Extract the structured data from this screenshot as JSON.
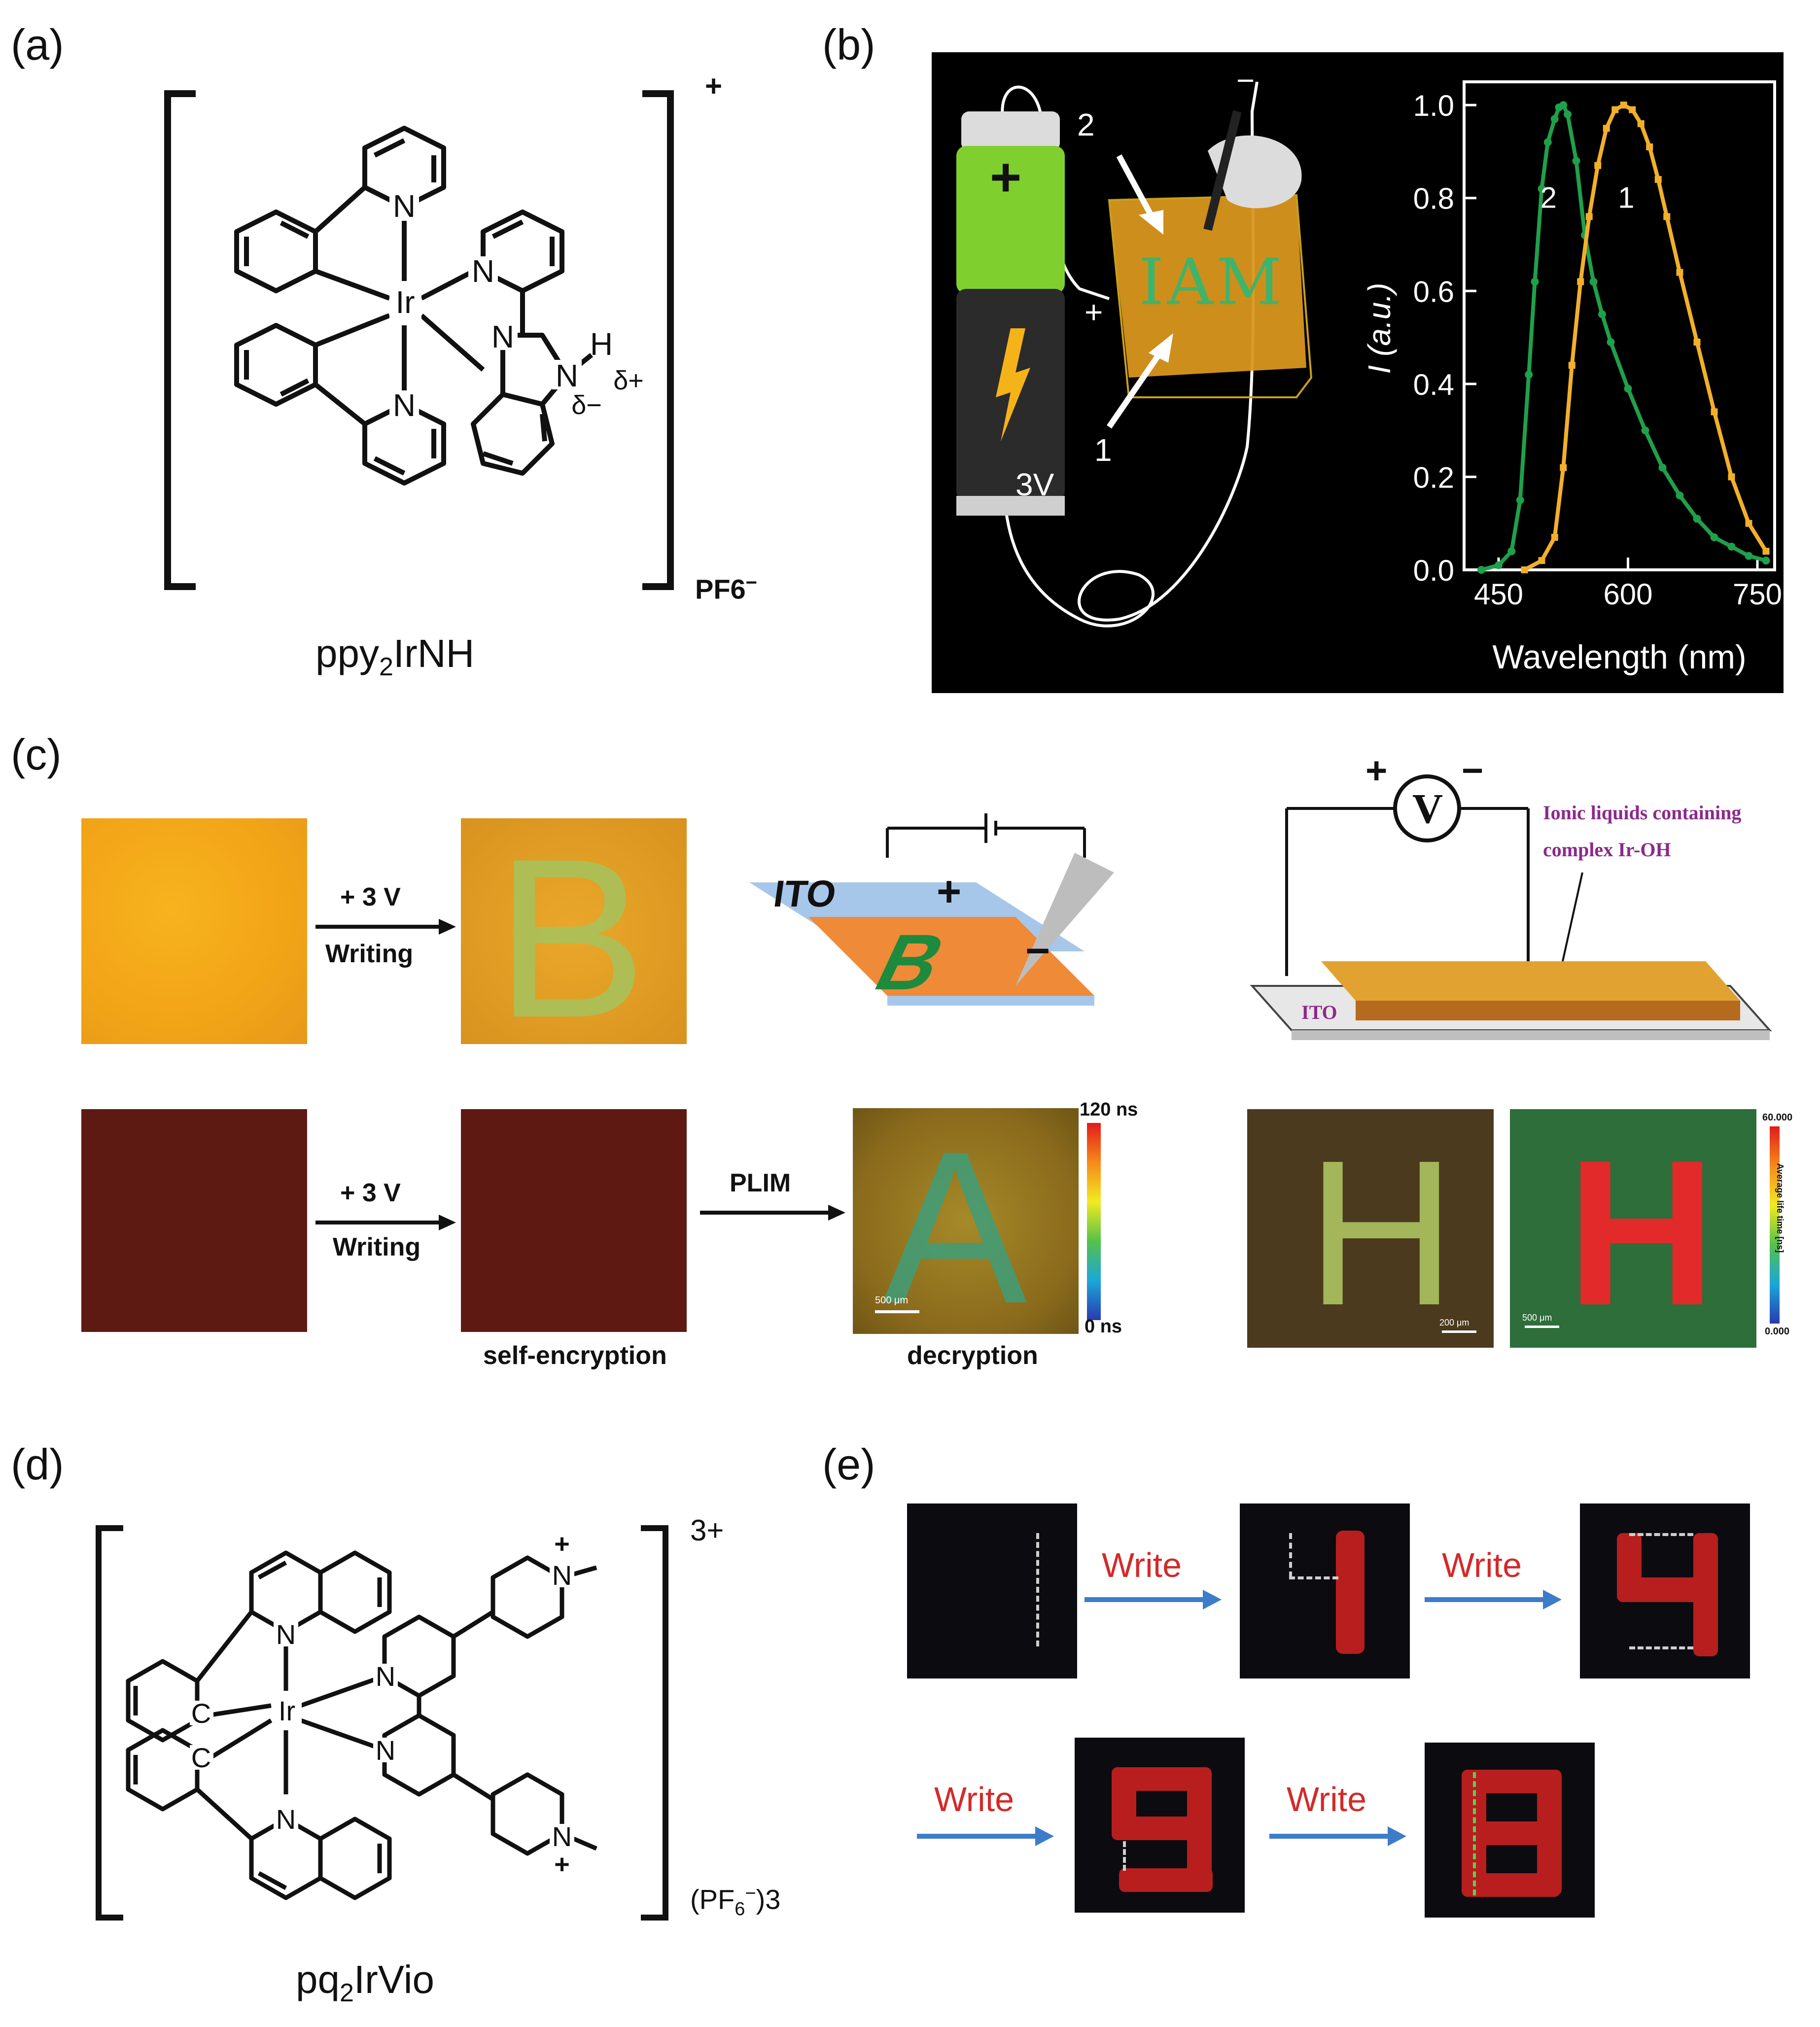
{
  "panels": {
    "a": {
      "label": "(a)",
      "charge": "+",
      "counterion": "PF6",
      "counterion_charge": "−",
      "compound_name_pre": "ppy",
      "compound_name_sub": "2",
      "compound_name_post": "IrNH",
      "atoms": {
        "N": "N",
        "Ir": "Ir",
        "H": "H",
        "delta_plus": "δ+",
        "delta_minus": "δ−"
      }
    },
    "b": {
      "label": "(b)",
      "battery_plus": "+",
      "battery_voltage": "3V",
      "wire_plus": "+",
      "wire_minus": "−",
      "arrow_label_2": "2",
      "arrow_label_1": "1",
      "writing_text": "IAM"
    },
    "c": {
      "label": "(c)",
      "arrow1_top": "+ 3 V",
      "arrow1_bottom": "Writing",
      "arrow2_top": "+ 3 V",
      "arrow2_bottom": "Writing",
      "arrow3_top": "PLIM",
      "caption_self": "self-encryption",
      "caption_decrypt": "decryption",
      "ito_label": "ITO",
      "ito_plus": "+",
      "tip_minus": "−",
      "letter_B": "B",
      "letter_A": "A",
      "letter_H": "H",
      "colorbar_top": "120 ns",
      "colorbar_bottom": "0 ns",
      "scale_500": "500 μm",
      "scale_200": "200 μm",
      "circuit_plus": "+",
      "circuit_minus": "−",
      "circuit_V": "V",
      "ionic_line1": "Ionic liquids containing",
      "ionic_line2": "complex Ir-OH",
      "ito_label2": "ITO",
      "cb2_top": "60.000",
      "cb2_bottom": "0.000",
      "cb2_title": "Average life time [ns]"
    },
    "d": {
      "label": "(d)",
      "charge": "3+",
      "counter_pre": "(PF",
      "counter_sub": "6",
      "counter_sup": "−",
      "counter_post": ")3",
      "compound_name_pre": "pq",
      "compound_name_sub": "2",
      "compound_name_post": "IrVio",
      "atoms": {
        "N": "N",
        "Ir": "Ir",
        "C": "C",
        "plus": "+"
      }
    },
    "e": {
      "label": "(e)",
      "write": "Write"
    }
  },
  "chart_data": {
    "type": "line",
    "title": "",
    "xlabel": "Wavelength (nm)",
    "ylabel": "I (a.u.)",
    "xlim": [
      410,
      770
    ],
    "ylim": [
      0,
      1.05
    ],
    "xticks": [
      450,
      600,
      750
    ],
    "yticks": [
      0.0,
      0.2,
      0.4,
      0.6,
      0.8,
      1.0
    ],
    "ytick_labels": [
      "0.0",
      "0.2",
      "0.4",
      "0.6",
      "0.8",
      "1.0"
    ],
    "grid": false,
    "series": [
      {
        "name": "2",
        "color": "#1fa04a",
        "marker": "circle",
        "x": [
          430,
          450,
          465,
          475,
          485,
          492,
          500,
          507,
          515,
          520,
          525,
          530,
          540,
          550,
          560,
          570,
          580,
          600,
          620,
          640,
          660,
          680,
          700,
          720,
          740,
          760
        ],
        "y": [
          0.0,
          0.01,
          0.04,
          0.15,
          0.42,
          0.62,
          0.82,
          0.92,
          0.97,
          0.995,
          1.0,
          0.98,
          0.88,
          0.72,
          0.62,
          0.55,
          0.49,
          0.39,
          0.3,
          0.22,
          0.16,
          0.11,
          0.07,
          0.05,
          0.03,
          0.02
        ]
      },
      {
        "name": "1",
        "color": "#f2b02a",
        "marker": "square",
        "x": [
          480,
          500,
          515,
          525,
          535,
          545,
          555,
          565,
          575,
          585,
          595,
          605,
          615,
          625,
          635,
          645,
          660,
          680,
          700,
          720,
          740,
          760
        ],
        "y": [
          0.0,
          0.02,
          0.07,
          0.22,
          0.44,
          0.62,
          0.76,
          0.87,
          0.95,
          0.99,
          1.0,
          0.99,
          0.96,
          0.91,
          0.84,
          0.76,
          0.64,
          0.49,
          0.34,
          0.2,
          0.1,
          0.04
        ]
      }
    ],
    "background": "#000000",
    "axis_color": "#ffffff"
  }
}
